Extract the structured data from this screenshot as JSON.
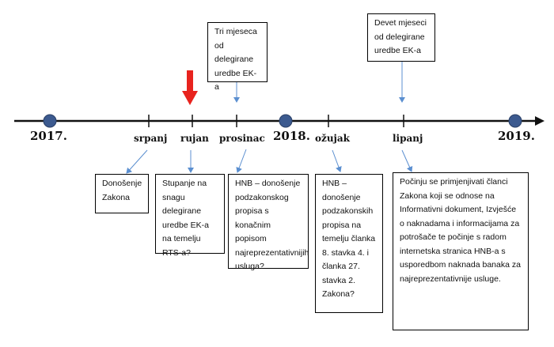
{
  "years": [
    "2017.",
    "2018.",
    "2019."
  ],
  "months": [
    "srpanj",
    "rujan",
    "prosinac",
    "ožujak",
    "lipanj"
  ],
  "top_boxes": [
    "Tri mjeseca od delegirane uredbe EK-a",
    "Devet mjeseci od delegirane uredbe EK-a"
  ],
  "bottom_boxes": [
    "Donošenje Zakona",
    "Stupanje na snagu delegirane uredbe EK-a na temelju RTS-a?",
    "HNB – donošenje podzakonskog propisa s konačnim popisom najreprezentativnijih usluga?",
    "HNB – donošenje podzakonskih propisa na temelju članka 8. stavka 4. i članka 27. stavka 2. Zakona?",
    "Počinju se primjenjivati članci Zakona koji se odnose na Informativni dokument, Izvješće o naknadama i informacijama za potrošače te počinje s radom internetska stranica HNB-a s usporedbom naknada banaka za najreprezentativnije usluge."
  ],
  "colors": {
    "timeline": "#111111",
    "year_marker": "#3c5a8f",
    "connector": "#5b8fd0",
    "current_arrow": "#e8231e"
  }
}
